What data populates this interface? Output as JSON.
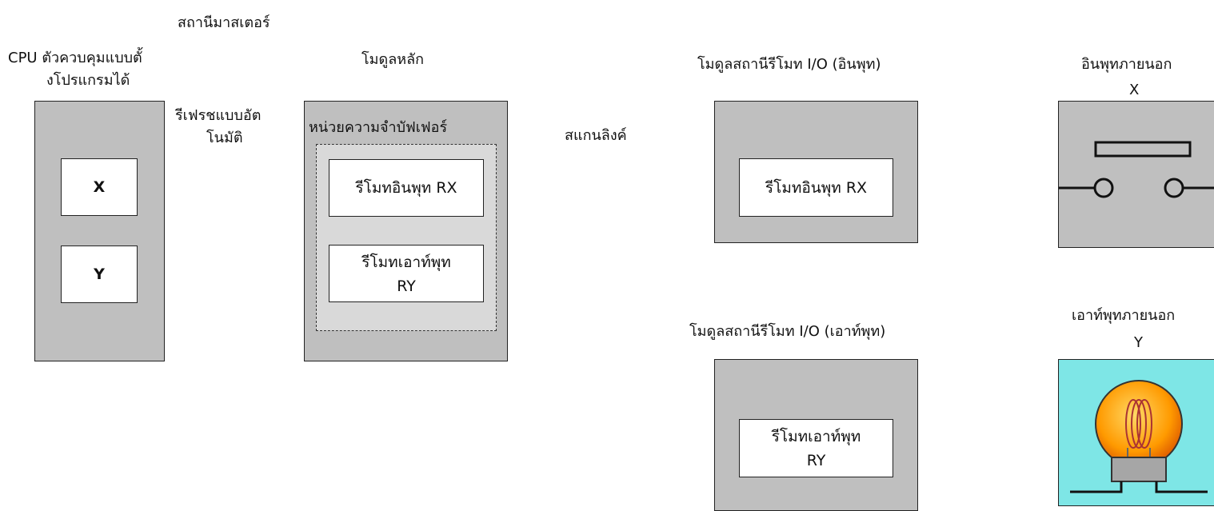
{
  "master_station": "สถานีมาสเตอร์",
  "cpu": {
    "label_line1": "CPU ตัวควบคุมแบบตั้",
    "label_line2": "งโปรแกรมได้",
    "x": "X",
    "y": "Y"
  },
  "refresh": {
    "line1": "รีเฟรชแบบอัต",
    "line2": "โนมัติ"
  },
  "main_module": {
    "title": "โมดูลหลัก",
    "buffer_title": "หน่วยความจำบัฟเฟอร์",
    "rx": "รีโมทอินพุท RX",
    "ry_line1": "รีโมทเอาท์พุท",
    "ry_line2": "RY"
  },
  "link_scan": "สแกนลิงค์",
  "remote_input": {
    "title": "โมดูลสถานีรีโมท I/O (อินพุท)",
    "rx": "รีโมทอินพุท RX"
  },
  "remote_output": {
    "title": "โมดูลสถานีรีโมท I/O (เอาท์พุท)",
    "ry_line1": "รีโมทเอาท์พุท",
    "ry_line2": "RY"
  },
  "external_input": {
    "line1": "อินพุทภายนอก",
    "line2": "X"
  },
  "external_output": {
    "line1": "เอาท์พุทภายนอก",
    "line2": "Y"
  },
  "colors": {
    "module_gray": "#bfbfbf",
    "buffer_gray": "#d9d9d9",
    "lamp_bg": "#7ee6e6",
    "bulb": "#ffae00"
  }
}
